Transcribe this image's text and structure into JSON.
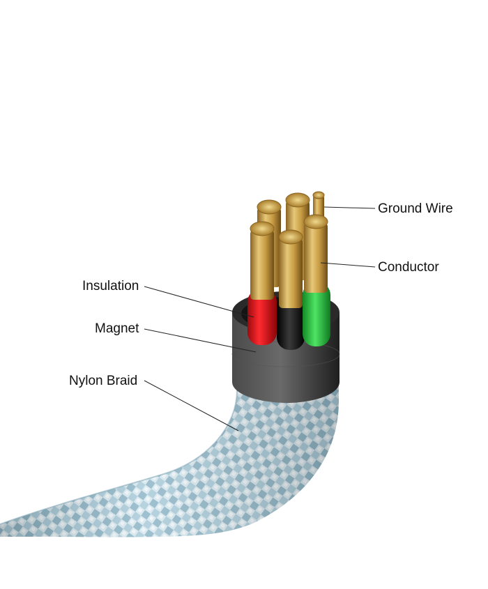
{
  "labels": {
    "ground_wire": "Ground Wire",
    "conductor": "Conductor",
    "insulation": "Insulation",
    "magnet": "Magnet",
    "nylon_braid": "Nylon Braid"
  },
  "colors": {
    "background": "#ffffff",
    "copper": "#c9a24a",
    "insulation_red": "#e8141b",
    "insulation_black": "#0d0d0d",
    "insulation_green": "#22c13a",
    "magnet": "#3b3b3b",
    "braid_blue": "#a9cbd9",
    "braid_light": "#e3eef2",
    "leader_line": "#222222"
  }
}
